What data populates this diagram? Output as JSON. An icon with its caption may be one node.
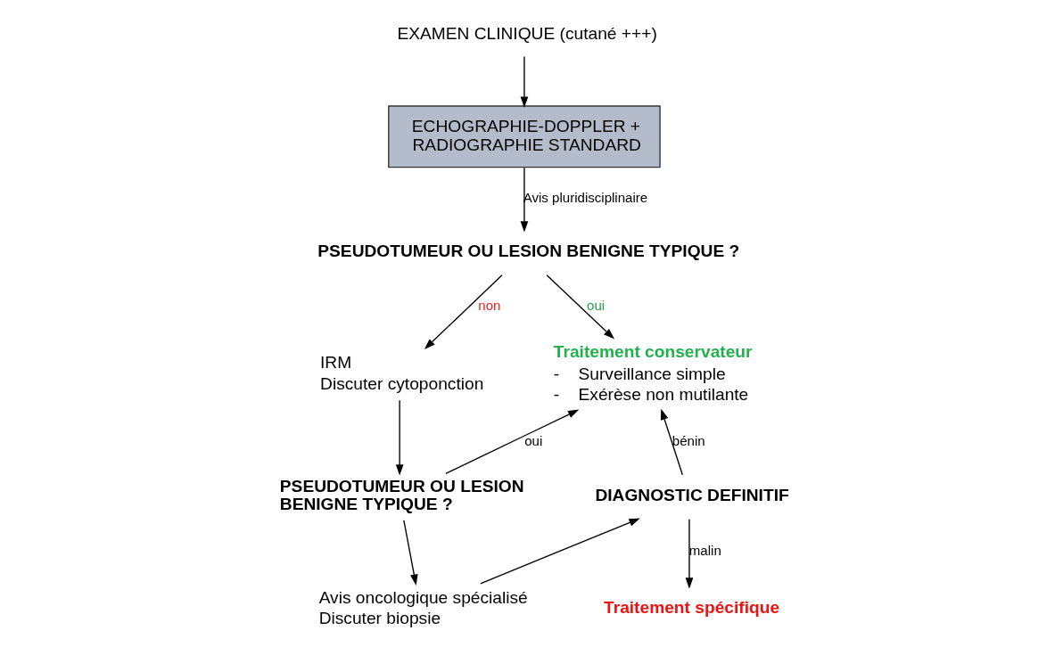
{
  "diagram": {
    "nodes": [
      {
        "text": [
          "EXAMEN CLINIQUE (cutané +++)"
        ]
      },
      {
        "text": [
          "ECHOGRAPHIE-DOPPLER + RADIOGRAPHIE STANDARD"
        ]
      },
      {
        "text": [
          "PSEUDOTUMEUR OU LESION BENIGNE TYPIQUE ?"
        ]
      },
      {
        "text": [
          "IRM",
          "Discuter cytoponction"
        ]
      },
      {
        "text": [
          "Traitement conservateur",
          "-    Surveillance simple",
          "-    Exérèse non mutilante"
        ]
      },
      {
        "text": [
          "PSEUDOTUMEUR OU LESION BENIGNE TYPIQUE ?"
        ]
      },
      {
        "text": [
          "DIAGNOSTIC DEFINITIF"
        ]
      },
      {
        "text": [
          "Avis oncologique spécialisé",
          "Discuter biopsie"
        ]
      },
      {
        "text": [
          "Traitement spécifique"
        ]
      }
    ],
    "edges": [
      {
        "from": 0,
        "to": 1,
        "arrow": "to"
      },
      {
        "from": 1,
        "to": 2,
        "arrow": "to",
        "label": "Avis pluridisciplinaire"
      },
      {
        "from": 2,
        "to": 3,
        "arrow": "to",
        "label": "non"
      },
      {
        "from": 2,
        "to": 4,
        "arrow": "to",
        "label": "oui"
      },
      {
        "from": 3,
        "to": 5,
        "arrow": "to"
      },
      {
        "from": 5,
        "to": 4,
        "arrow": "to",
        "label": "oui"
      },
      {
        "from": 5,
        "to": 7,
        "arrow": "to"
      },
      {
        "from": 7,
        "to": 6,
        "arrow": "to"
      },
      {
        "from": 6,
        "to": 4,
        "arrow": "to",
        "label": "bénin"
      },
      {
        "from": 6,
        "to": 8,
        "arrow": "to",
        "label": "malin"
      }
    ]
  }
}
